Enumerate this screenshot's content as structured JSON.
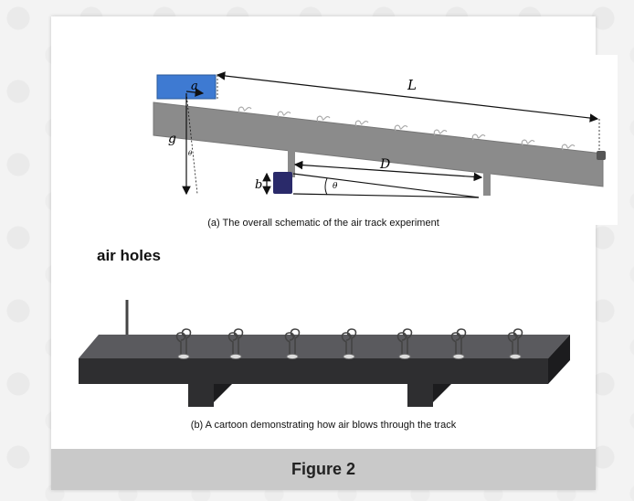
{
  "figure": {
    "caption_a": "(a) The overall schematic of the air track experiment",
    "caption_b": "(b) A cartoon demonstrating how air blows through the track",
    "air_holes_label": "air holes",
    "footer_title": "Figure 2"
  },
  "schematic": {
    "label_a": "a",
    "label_L": "L",
    "label_g": "g",
    "label_D": "D",
    "label_b": "b",
    "label_theta": "θ",
    "label_theta_small": "θ"
  },
  "colors": {
    "glider": "#3e7ad2",
    "block": "#2a2a6a",
    "track_top": "#888888",
    "cartoon_track": "#2e2e30"
  }
}
